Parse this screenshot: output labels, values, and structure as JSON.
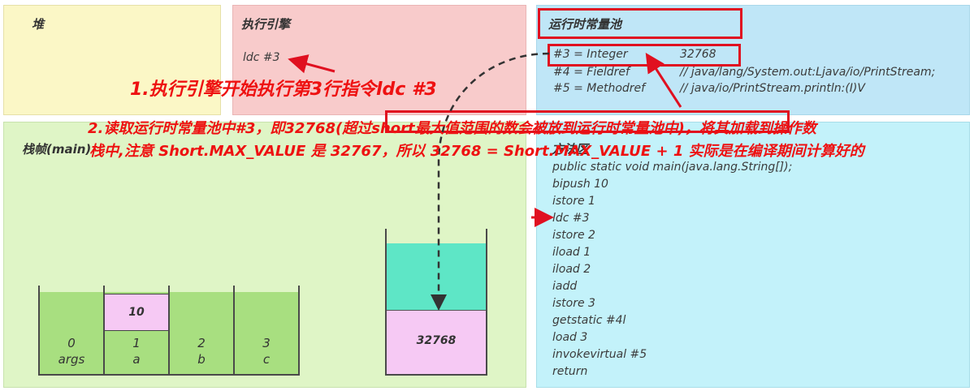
{
  "heap": {
    "title": "堆"
  },
  "engine": {
    "title": "执行引擎",
    "instruction": "ldc #3"
  },
  "constant_pool": {
    "title": "运行时常量池",
    "entries": [
      {
        "ref": "#3 = Integer",
        "value": "32768"
      },
      {
        "ref": "#4 = Fieldref",
        "value": "// java/lang/System.out:Ljava/io/PrintStream;"
      },
      {
        "ref": "#5 = Methodref",
        "value": "// java/io/PrintStream.println:(I)V"
      }
    ]
  },
  "stack_frame": {
    "title": "栈帧(main)",
    "local_vars": [
      {
        "index": "0",
        "name": "args",
        "value": ""
      },
      {
        "index": "1",
        "name": "a",
        "value": "10"
      },
      {
        "index": "2",
        "name": "b",
        "value": ""
      },
      {
        "index": "3",
        "name": "c",
        "value": ""
      }
    ],
    "operand_stack": {
      "top_value": "32768"
    }
  },
  "method_area": {
    "title": "方法区",
    "bytecode": [
      "public static void main(java.lang.String[]);",
      "bipush 10",
      "istore 1",
      "ldc #3",
      "istore 2",
      "iload 1",
      "iload 2",
      "iadd",
      "istore 3",
      "getstatic #4l",
      "load 3",
      "invokevirtual #5",
      "return"
    ]
  },
  "annotations": {
    "step1": "1.执行引擎开始执行第3行指令ldc #3",
    "step2_line1": "2.读取运行时常量池中#3，即32768(超过short最大值范围的数会被放到运行时常量池中)，将其加载到操作数",
    "step2_line2": "栈中,注意 Short.MAX_VALUE 是 32767，所以 32768 = Short.MAX_VALUE + 1 实际是在编译期间计算好的"
  },
  "colors": {
    "annotation": "#ee1111",
    "heap": "#fbf7c6",
    "engine": "#f8cbcb",
    "pool": "#bfe6f7",
    "frame": "#dff5c6",
    "method": "#c3f2fa"
  }
}
